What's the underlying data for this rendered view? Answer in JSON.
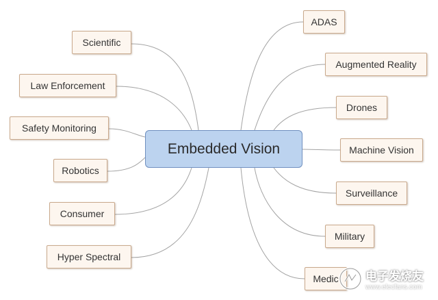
{
  "center": {
    "label": "Embedded Vision"
  },
  "left_nodes": [
    {
      "id": "scientific",
      "label": "Scientific"
    },
    {
      "id": "law-enforcement",
      "label": "Law Enforcement"
    },
    {
      "id": "safety-monitoring",
      "label": "Safety Monitoring"
    },
    {
      "id": "robotics",
      "label": "Robotics"
    },
    {
      "id": "consumer",
      "label": "Consumer"
    },
    {
      "id": "hyper-spectral",
      "label": "Hyper Spectral"
    }
  ],
  "right_nodes": [
    {
      "id": "adas",
      "label": "ADAS"
    },
    {
      "id": "augmented-reality",
      "label": "Augmented Reality"
    },
    {
      "id": "drones",
      "label": "Drones"
    },
    {
      "id": "machine-vision",
      "label": "Machine Vision"
    },
    {
      "id": "surveillance",
      "label": "Surveillance"
    },
    {
      "id": "military",
      "label": "Military"
    },
    {
      "id": "medical",
      "label": "Medic"
    }
  ],
  "watermark": {
    "main_text": "电子发烧友",
    "sub_text": "www.elecfans.com",
    "icon": "elecfans-logo-icon"
  },
  "colors": {
    "center_fill": "#bcd3ef",
    "center_border": "#6f8fbf",
    "node_fill": "#fdf6ef",
    "node_border": "#c9a98c",
    "link_stroke": "#a3a3a3"
  }
}
